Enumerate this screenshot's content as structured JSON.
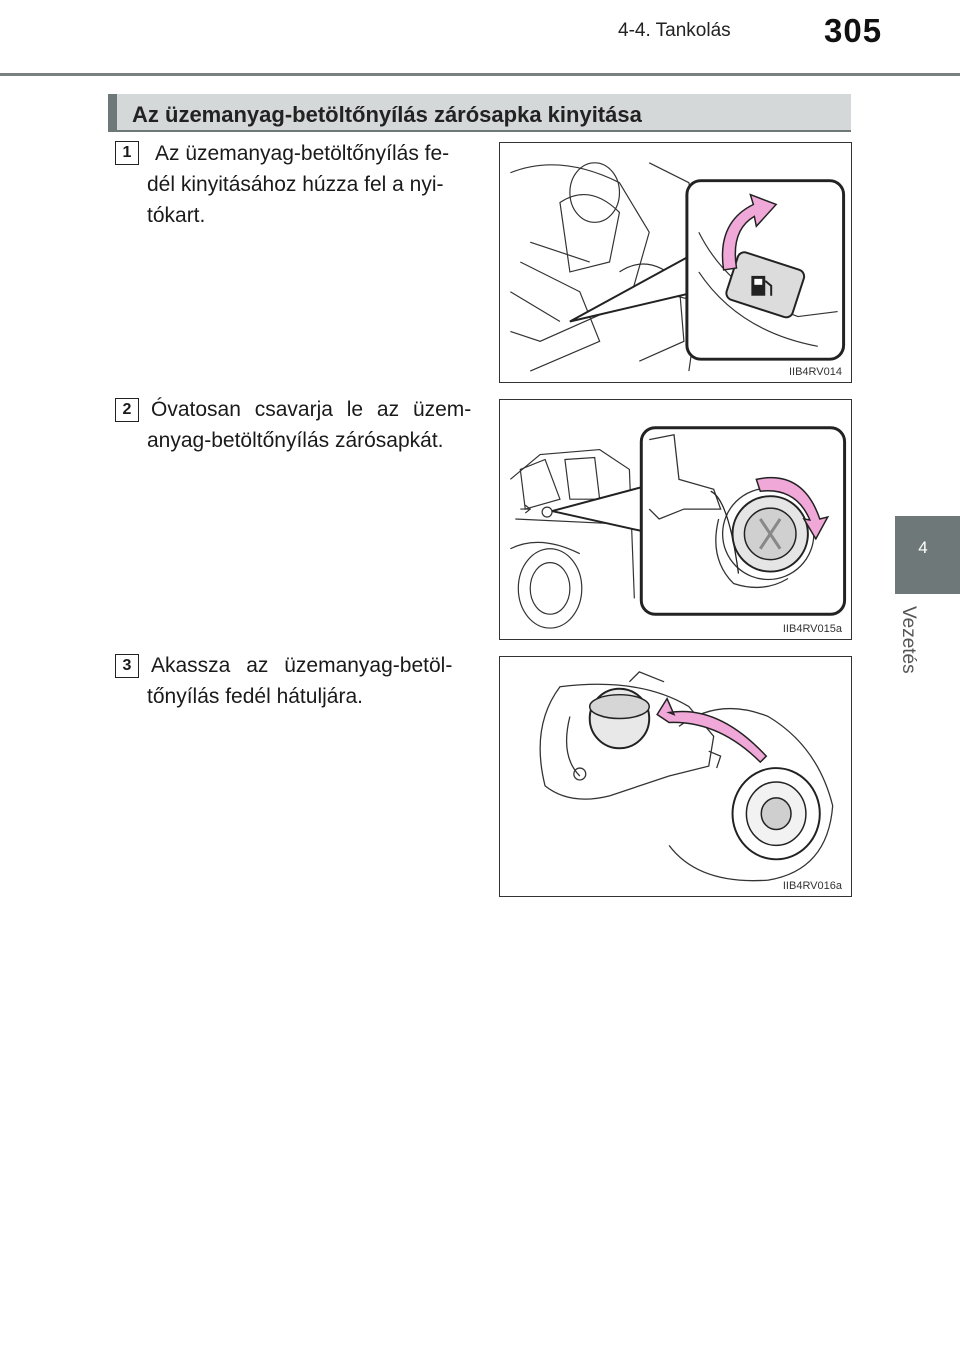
{
  "header": {
    "chapter": "4-4. Tankolás",
    "page_number": "305"
  },
  "side_tab": {
    "number": "4",
    "label": "Vezetés"
  },
  "section": {
    "title": "Az üzemanyag-betöltőnyílás zárósapka kinyitása"
  },
  "steps": [
    {
      "number": "1",
      "lines": [
        "Az üzemanyag-betöltőnyílás fe-",
        "dél kinyitásához húzza fel a nyi-",
        "tókart."
      ],
      "figure_code": "IIB4RV014"
    },
    {
      "number": "2",
      "lines": [
        "Óvatosan csavarja le az üzem-",
        "anyag-betöltőnyílás zárósapkát."
      ],
      "figure_code": "IIB4RV015a"
    },
    {
      "number": "3",
      "lines": [
        "Akassza az üzemanyag-betöl-",
        "tőnyílás fedél hátuljára."
      ],
      "figure_code": "IIB4RV016a"
    }
  ],
  "colors": {
    "tab_gray": "#6f7878",
    "section_bg": "#d5d8d8",
    "arrow_pink": "#f0a8d8"
  },
  "icons": [
    "fuel-pump-icon",
    "curved-arrow-icon"
  ]
}
